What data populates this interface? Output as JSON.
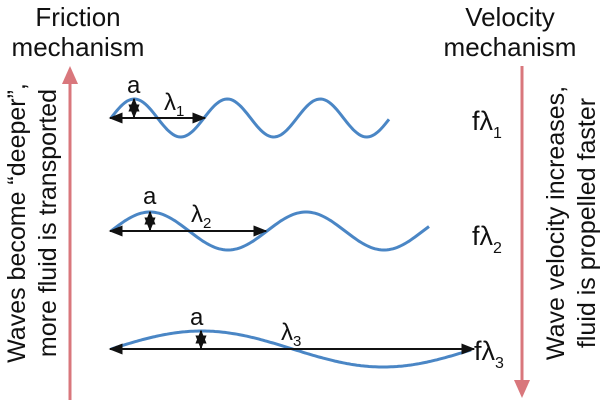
{
  "header": {
    "left_line1": "Friction",
    "left_line2": "mechanism",
    "right_line1": "Velocity",
    "right_line2": "mechanism"
  },
  "side": {
    "left_line1": "Waves become “deeper”,",
    "left_line2": "more fluid is transported",
    "right_line1": "Wave velocity increases,",
    "right_line2": "fluid is propelled faster"
  },
  "waves": [
    {
      "amplitude_label": "a",
      "lambda_symbol": "λ",
      "lambda_sub": "1",
      "f_symbol": "fλ",
      "f_sub": "1"
    },
    {
      "amplitude_label": "a",
      "lambda_symbol": "λ",
      "lambda_sub": "2",
      "f_symbol": "fλ",
      "f_sub": "2"
    },
    {
      "amplitude_label": "a",
      "lambda_symbol": "λ",
      "lambda_sub": "3",
      "f_symbol": "fλ",
      "f_sub": "3"
    }
  ],
  "colors": {
    "arrow": "#d9777c",
    "wave": "#4a86c5",
    "text": "#111111"
  }
}
